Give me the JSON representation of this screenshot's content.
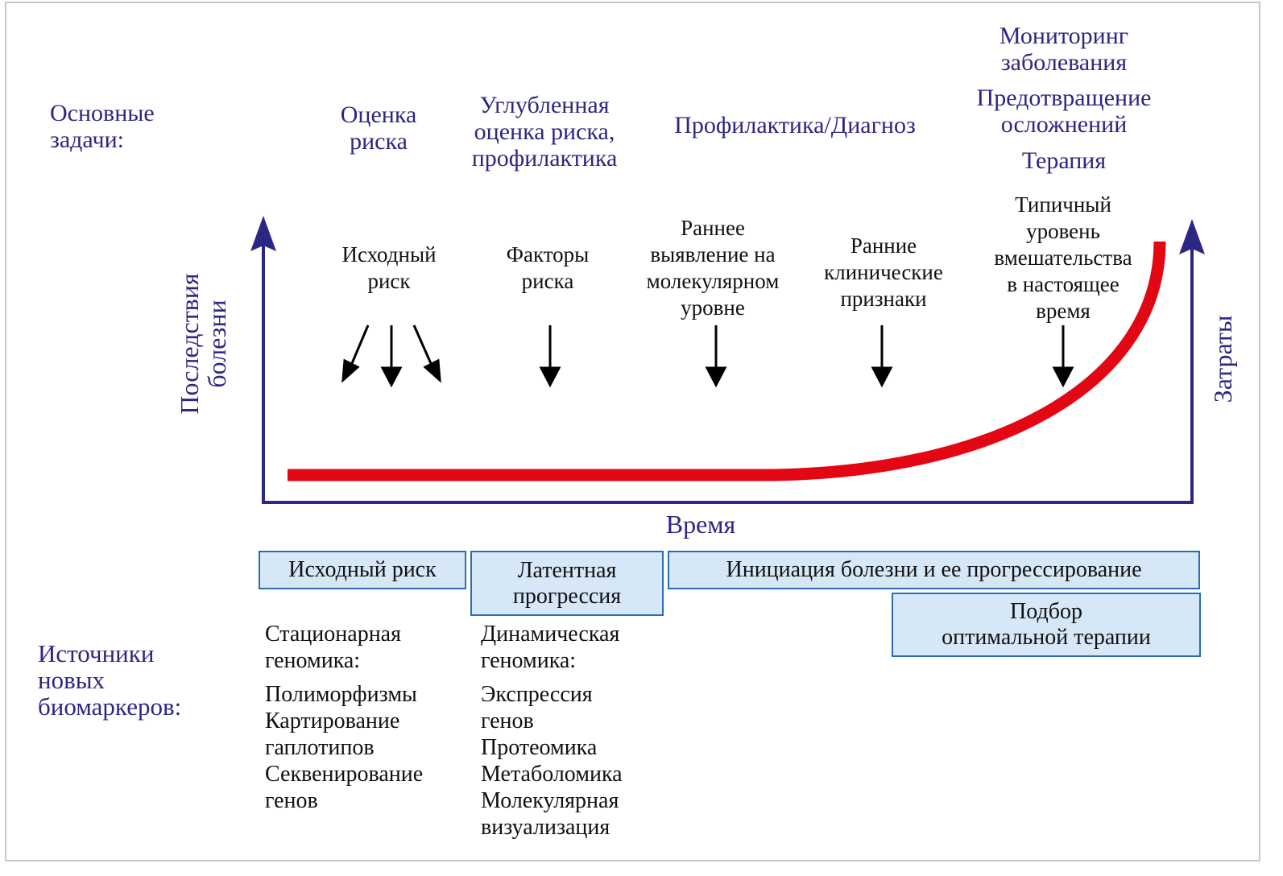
{
  "tasks": {
    "label": "Основные\nзадачи:",
    "risk_assessment": "Оценка\nриска",
    "deep_assessment": "Углубленная\nоценка риска,\nпрофилактика",
    "prevention_diagnosis": "Профилактика/Диагноз",
    "monitoring": "Мониторинг\nзаболевания",
    "complications": "Предотвращение\nосложнений",
    "therapy": "Терапия"
  },
  "axes": {
    "y_left": "Последствия\nболезни",
    "y_right": "Затраты",
    "x": "Время"
  },
  "stages": [
    "Исходный\nриск",
    "Факторы\nриска",
    "Раннее\nвыявление на\nмолекулярном\nуровне",
    "Ранние\nклинические\nпризнаки",
    "Типичный\nуровень\nвмешательства\nв настоящее\nвремя"
  ],
  "phases": [
    "Исходный риск",
    "Латентная\nпрогрессия",
    "Инициация болезни и ее прогрессирование",
    "Подбор\nоптимальной терапии"
  ],
  "sources": {
    "label": "Источники\nновых\nбиомаркеров:",
    "static_title": "Стационарная\nгеномика:",
    "static_items": "Полиморфизмы\nКартирование\nгаплотипов\nСеквенирование\nгенов",
    "dynamic_title": "Динамическая\nгеномика:",
    "dynamic_items": "Экспрессия\nгенов\nПротеомика\nМетаболомика\nМолекулярная\nвизуализация"
  },
  "colors": {
    "navy": "#2b2782",
    "curve": "#e30613",
    "box_fill": "#d6e7f8",
    "box_border": "#2a6db5"
  }
}
